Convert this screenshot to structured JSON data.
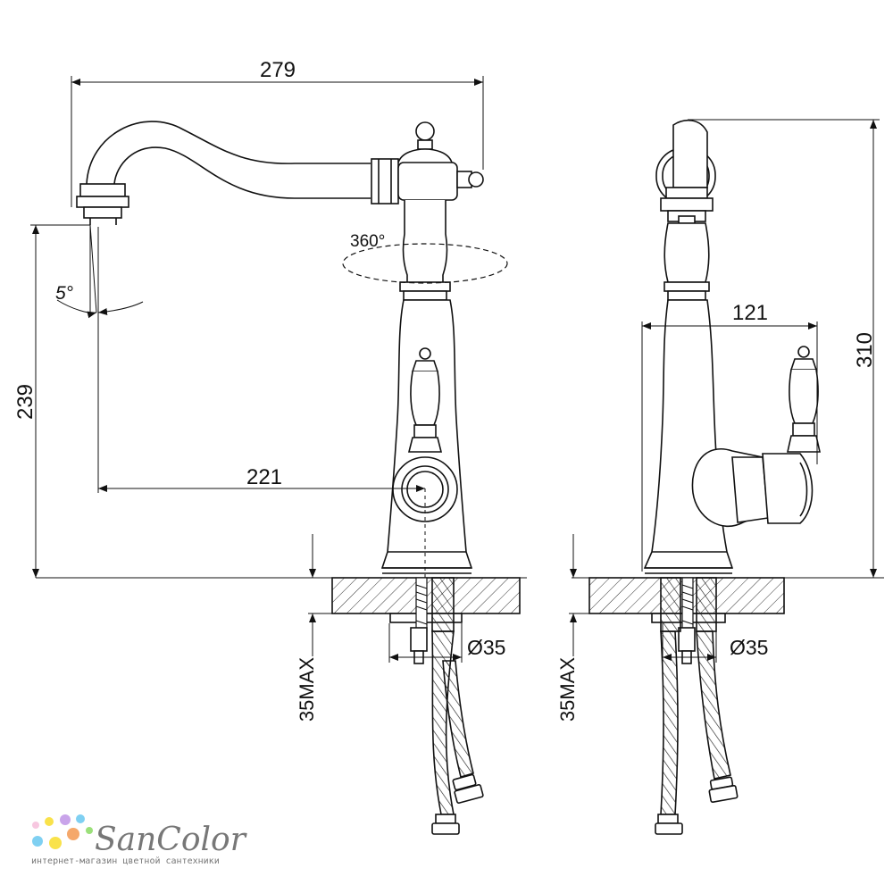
{
  "front_view": {
    "dim_width": "279",
    "dim_reach": "221",
    "dim_height": "239",
    "rotation": "360°",
    "angle": "5°",
    "hole_diameter": "Ø35",
    "max_thickness": "35MAX"
  },
  "side_view": {
    "dim_depth": "121",
    "dim_total_height": "310",
    "hole_diameter": "Ø35",
    "max_thickness": "35MAX"
  },
  "logo": {
    "brand": "SanColor",
    "tagline": "интернет-магазин цветной сантехники",
    "colors": [
      "#f7c7e0",
      "#f9e24a",
      "#7fd0f2",
      "#c9a4ea",
      "#9be07a",
      "#f5a86b"
    ]
  }
}
